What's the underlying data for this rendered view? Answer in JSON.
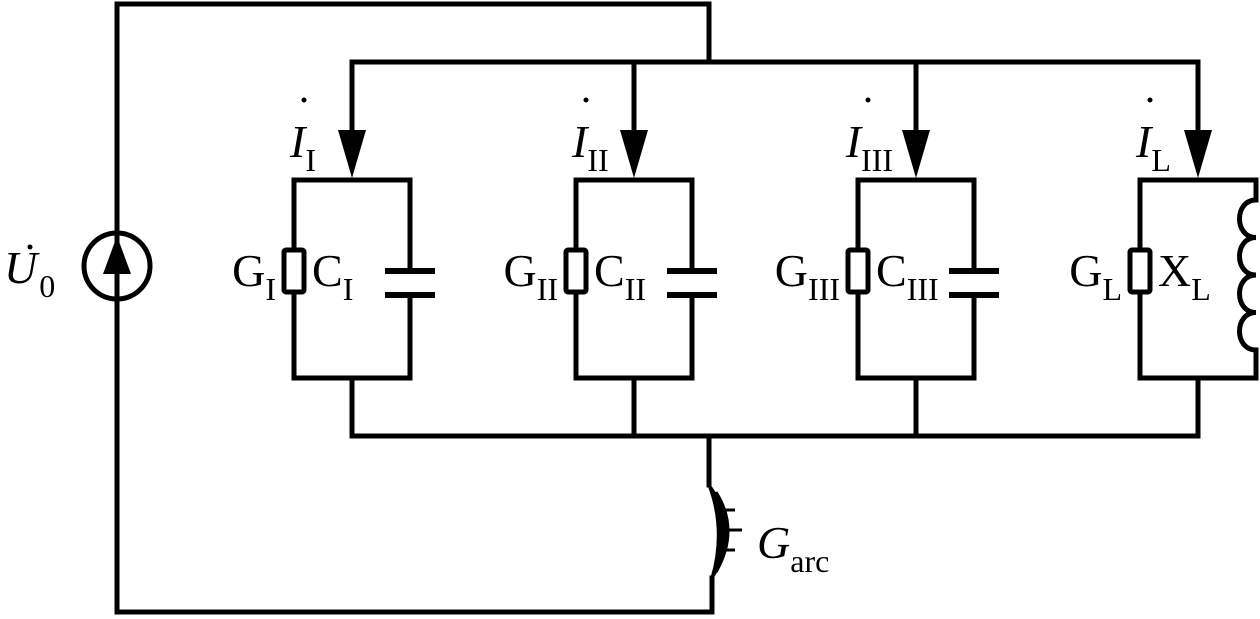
{
  "diagram": {
    "type": "circuit-schematic",
    "source": {
      "symbol": "U",
      "subscript": "0",
      "accent": "dot",
      "kind": "voltage-source-arrow-up"
    },
    "branches": [
      {
        "current": {
          "symbol": "I",
          "subscript": "I"
        },
        "conductance": {
          "symbol": "G",
          "subscript": "I"
        },
        "reactive": {
          "symbol": "C",
          "subscript": "I",
          "kind": "capacitor"
        }
      },
      {
        "current": {
          "symbol": "I",
          "subscript": "II"
        },
        "conductance": {
          "symbol": "G",
          "subscript": "II"
        },
        "reactive": {
          "symbol": "C",
          "subscript": "II",
          "kind": "capacitor"
        }
      },
      {
        "current": {
          "symbol": "I",
          "subscript": "III"
        },
        "conductance": {
          "symbol": "G",
          "subscript": "III"
        },
        "reactive": {
          "symbol": "C",
          "subscript": "III",
          "kind": "capacitor"
        }
      },
      {
        "current": {
          "symbol": "I",
          "subscript": "L"
        },
        "conductance": {
          "symbol": "G",
          "subscript": "L"
        },
        "reactive": {
          "symbol": "X",
          "subscript": "L",
          "kind": "inductor"
        }
      }
    ],
    "arc": {
      "symbol": "G",
      "subscript": "arc",
      "kind": "arc-conductance"
    }
  }
}
